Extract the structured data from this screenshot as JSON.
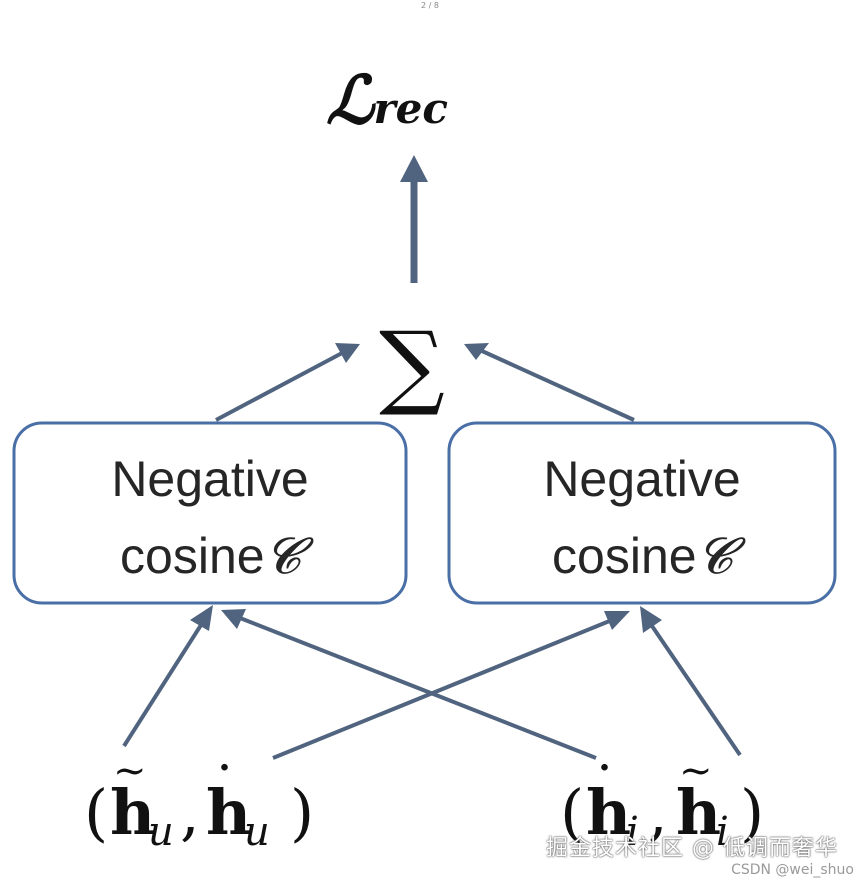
{
  "page_indicator": "2 / 8",
  "colors": {
    "arrow": "#51647f",
    "box_border": "#4a6fa6",
    "text": "#262626",
    "math": "#111111",
    "background": "#ffffff"
  },
  "output": {
    "symbol": "ℒ",
    "subscript": "rec"
  },
  "aggregator": {
    "symbol": "∑"
  },
  "boxes": [
    {
      "line1": "Negative",
      "line2_text": "cosine",
      "line2_math": "𝓒"
    },
    {
      "line1": "Negative",
      "line2_text": "cosine",
      "line2_math": "𝓒"
    }
  ],
  "inputs": {
    "left": {
      "open": "(",
      "first": "h",
      "first_mark": "~",
      "first_sub": "u",
      "sep": ",",
      "second": "h",
      "second_mark": "˙",
      "second_sub": "u",
      "close": ")"
    },
    "right": {
      "open": "(",
      "first": "h",
      "first_mark": "˙",
      "first_sub": "i",
      "sep": ",",
      "second": "h",
      "second_mark": "~",
      "second_sub": "i",
      "close": ")"
    }
  },
  "watermark": "掘金技术社区 @ 低调而奢华",
  "credit": "CSDN @wei_shuo"
}
